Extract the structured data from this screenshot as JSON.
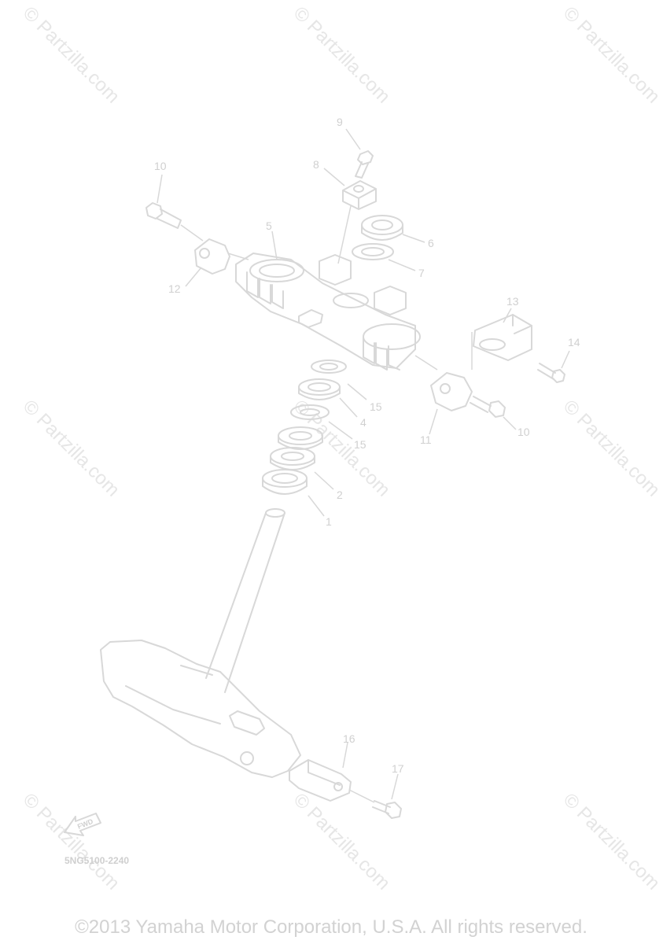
{
  "watermark": "© Partzilla.com",
  "fwd_label": "FWD",
  "diagram_code": "5NG5100-2240",
  "copyright": "©2013 Yamaha Motor Corporation, U.S.A. All rights reserved.",
  "callouts": {
    "c1": "1",
    "c2": "2",
    "c4": "4",
    "c5": "5",
    "c6": "6",
    "c7": "7",
    "c8": "8",
    "c9": "9",
    "c10a": "10",
    "c10b": "10",
    "c11": "11",
    "c12": "12",
    "c13": "13",
    "c14": "14",
    "c15a": "15",
    "c15b": "15",
    "c16": "16",
    "c17": "17"
  }
}
